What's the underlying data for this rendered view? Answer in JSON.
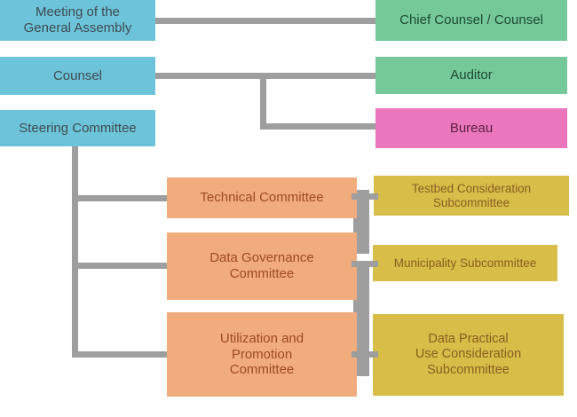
{
  "diagram": {
    "title": "Organizational Structure Chart",
    "type": "organizational-chart",
    "palette": {
      "blue": "#6DC4DA",
      "green": "#74C89A",
      "pink": "#EA77BE",
      "orange": "#F0AC7D",
      "yellow": "#D8BD49",
      "connector": "#9E9E9E",
      "background": "#FFFFFF"
    },
    "nodes": {
      "general_assembly": "Meeting of the\nGeneral Assembly",
      "counsel": "Counsel",
      "steering_committee": "Steering Committee",
      "chief_counsel": "Chief Counsel / Counsel",
      "auditor": "Auditor",
      "bureau": "Bureau",
      "technical_committee": "Technical Committee",
      "data_governance_committee": "Data Governance\nCommittee",
      "utilization_promotion_committee": "Utilization and\nPromotion\nCommittee",
      "testbed_subcommittee": "Testbed Consideration\nSubcommittee",
      "municipality_subcommittee": "Municipality Subcommittee",
      "data_practical_subcommittee": "Data Practical\nUse Consideration\nSubcommittee"
    }
  }
}
